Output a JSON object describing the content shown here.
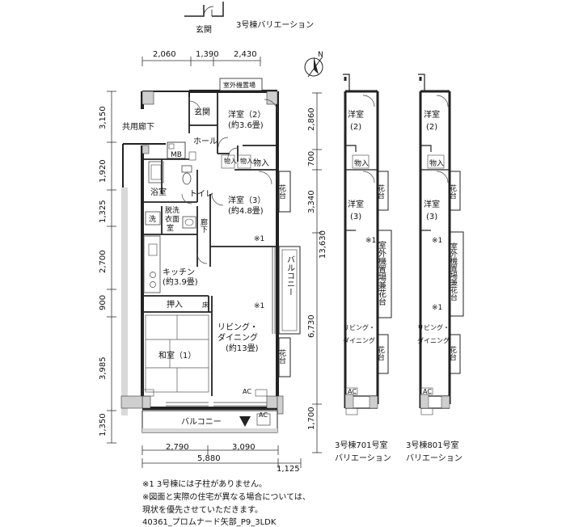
{
  "header": {
    "entrance_label": "玄関",
    "title": "3号棟バリエーション"
  },
  "dimensions": {
    "top": [
      "2,060",
      "1,390",
      "2,430"
    ],
    "left": [
      "3,150",
      "1,920",
      "1,325",
      "2,700",
      "900",
      "3,985",
      "1,350"
    ],
    "bottom_row1": [
      "2,790",
      "3,090"
    ],
    "bottom_row2": [
      "5,880",
      "1,125"
    ],
    "middle": [
      "2,860",
      "700",
      "3,340",
      "13,630",
      "6,730",
      "1,700"
    ]
  },
  "rooms": {
    "outdoor_unit_top": "室外機置場",
    "common_corridor": "共用廊下",
    "genkan": "玄関",
    "hall": "ホール",
    "yoshitsu2_name": "洋室（2）",
    "yoshitsu2_size": "(約3.6畳)",
    "mb": "MB",
    "yokushitsu": "浴室",
    "toilet": "トイレ",
    "oshiire_small_a": "物入",
    "oshiire_small_b": "物入",
    "monoire": "物入",
    "kadai": "花台",
    "yoshitsu3_name": "洋室（3）",
    "yoshitsu3_size": "(約4.8畳)",
    "datsui_line1": "脱洗",
    "datsui_line2": "衣面",
    "datsui_line3": "室",
    "sentaku": "洗",
    "roka": "廊下",
    "note_mark": "※1",
    "balcony_side": "バルコニー",
    "kitchen_name": "キッチン",
    "kitchen_size": "(約3.9畳)",
    "oshiire": "押入",
    "tokonoma": "床",
    "living_line1": "リビング・",
    "living_line2": "ダイニング",
    "living_size": "(約13畳)",
    "washitsu": "和室（1）",
    "ac": "AC",
    "balcony_bottom": "バルコニー"
  },
  "variations": {
    "v701": {
      "yoshitsu2_line1": "洋室",
      "yoshitsu2_line2": "(2)",
      "monoire": "物入",
      "kadai": "花台",
      "yoshitsu3_line1": "洋室",
      "yoshitsu3_line2": "(3)",
      "note_mark": "※1",
      "outdoor_unit": "室外機置場兼花台",
      "living_line1": "リビング・",
      "living_line2": "ダイニング",
      "kadai2": "花台",
      "ac": "AC",
      "caption_line1": "3号棟701号室",
      "caption_line2": "バリエーション"
    },
    "v801": {
      "yoshitsu2_line1": "洋室",
      "yoshitsu2_line2": "(2)",
      "monoire": "物入",
      "kadai": "花台",
      "yoshitsu3_line1": "洋室",
      "yoshitsu3_line2": "(3)",
      "note_mark": "※1",
      "outdoor_unit": "室外機置場兼花台",
      "living_line1": "リビング・",
      "living_line2": "ダイニング",
      "kadai2": "花台",
      "ac": "AC",
      "caption_line1": "3号棟801号室",
      "caption_line2": "バリエーション"
    }
  },
  "compass": {
    "label": "N"
  },
  "notes": [
    "※1  3号棟には子柱がありません。",
    "※図面と実際の住宅が異なる場合については、",
    "    現状を優先させていただきます。"
  ],
  "footer": "40361_プロムナード矢部_P9_3LDK"
}
